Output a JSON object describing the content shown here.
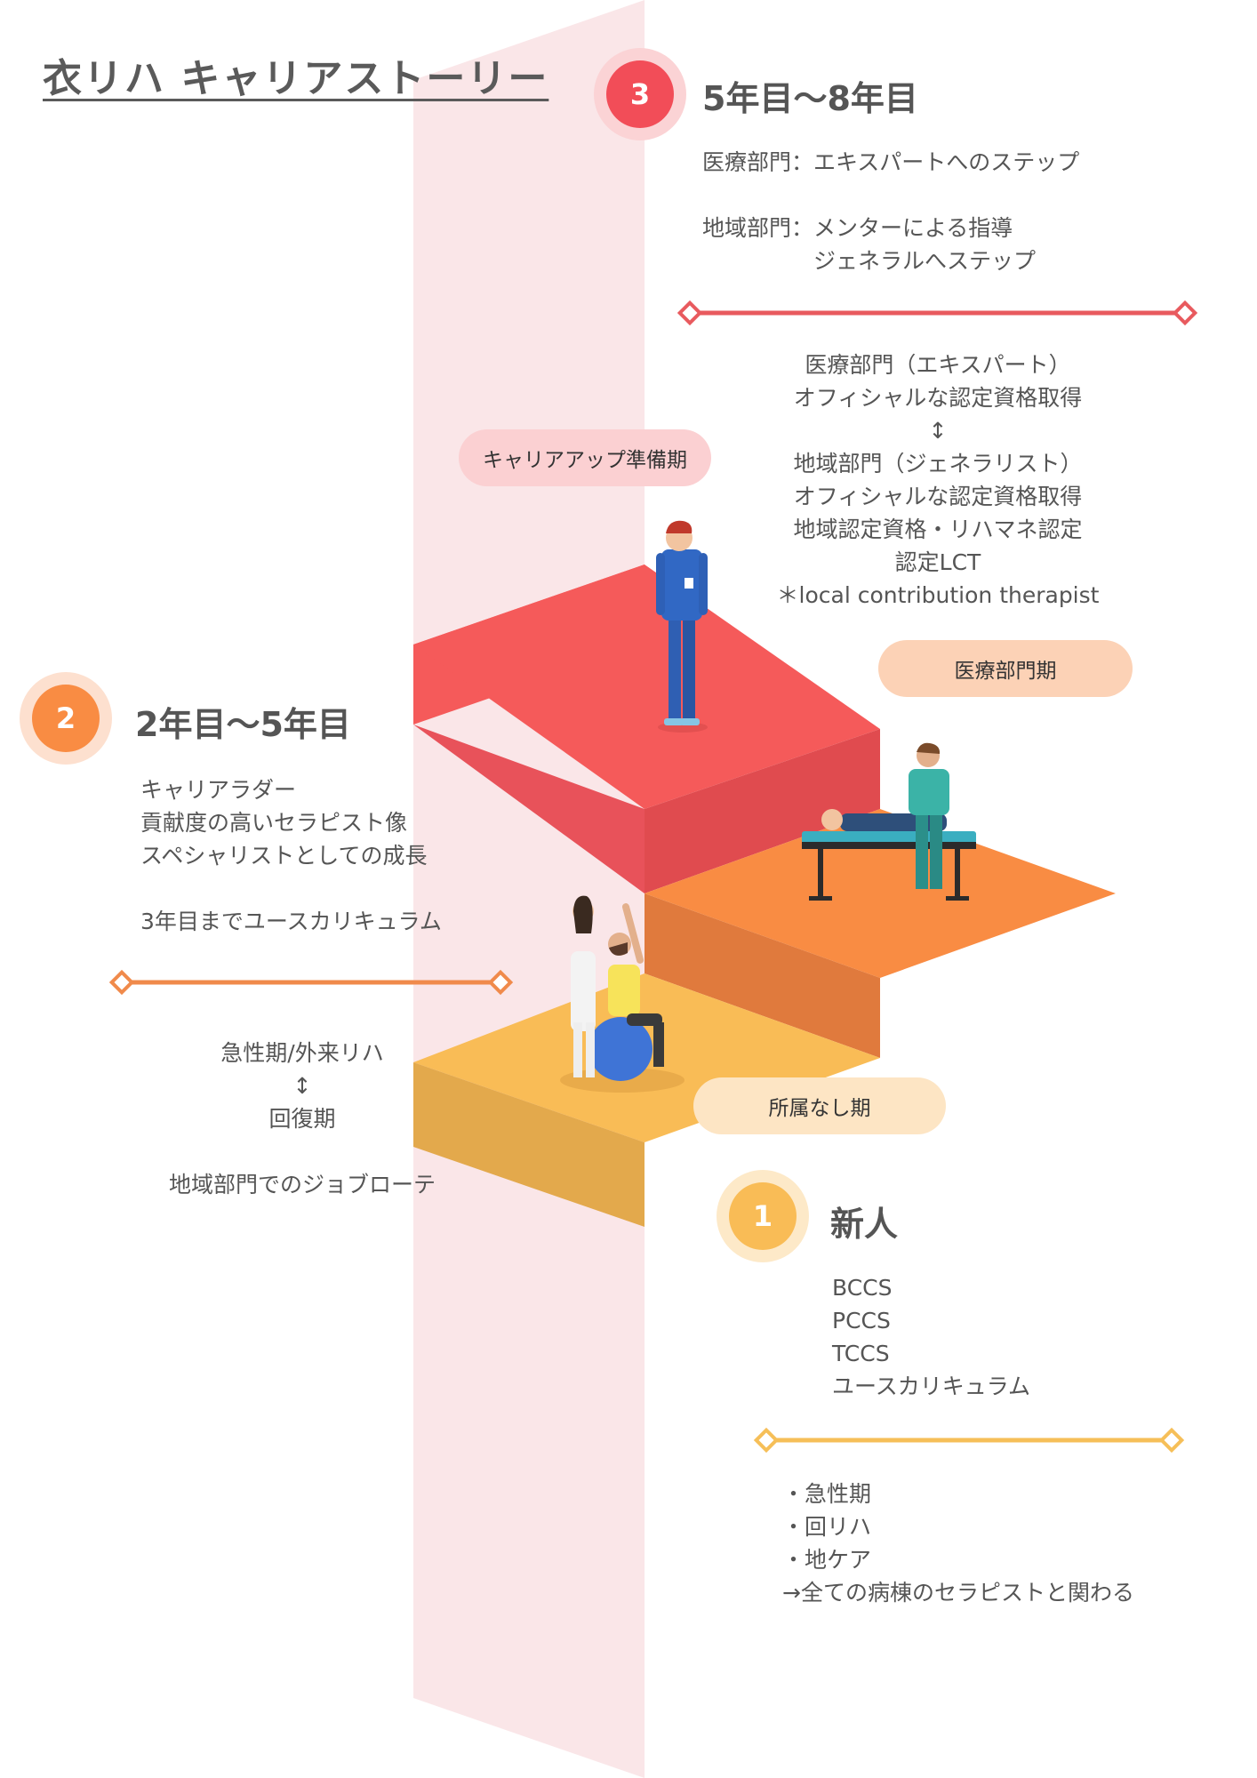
{
  "title": "衣リハ キャリアストーリー",
  "colors": {
    "band": "#fae6e8",
    "red": "#f55a5a",
    "red_side": "#e04b4f",
    "orange": "#f98c43",
    "orange_side": "#e07a3d",
    "yellow": "#f9bc56",
    "yellow_side": "#e3a94c",
    "line_red": "#e85a5e",
    "line_orange": "#f08a4b",
    "line_yellow": "#f6bf58"
  },
  "stage3": {
    "number": "3",
    "heading": "5年目〜8年目",
    "lines": [
      "医療部門：エキスパートへのステップ",
      "",
      "地域部門：メンターによる指導",
      "　　　　　ジェネラルへステップ"
    ],
    "detail": [
      "医療部門（エキスパート）",
      "オフィシャルな認定資格取得",
      "↕",
      "地域部門（ジェネラリスト）",
      "オフィシャルな認定資格取得",
      "地域認定資格・リハマネ認定",
      "認定LCT",
      "＊local contribution therapist"
    ],
    "pill_prep": "キャリアアップ準備期",
    "pill_medical": "医療部門期"
  },
  "stage2": {
    "number": "2",
    "heading": "2年目〜5年目",
    "lines": [
      "キャリアラダー",
      "貢献度の高いセラピスト像",
      "スペシャリストとしての成長",
      "",
      "3年目までユースカリキュラム"
    ],
    "detail": [
      "急性期/外来リハ",
      "↕",
      "回復期",
      "",
      "地域部門でのジョブローテ"
    ]
  },
  "stage1": {
    "number": "1",
    "heading": "新人",
    "lines": [
      "BCCS",
      "PCCS",
      "TCCS",
      "ユースカリキュラム"
    ],
    "detail": [
      "・急性期",
      "・回リハ",
      "・地ケア",
      "→全ての病棟のセラピストと関わる"
    ],
    "pill_none": "所属なし期"
  }
}
